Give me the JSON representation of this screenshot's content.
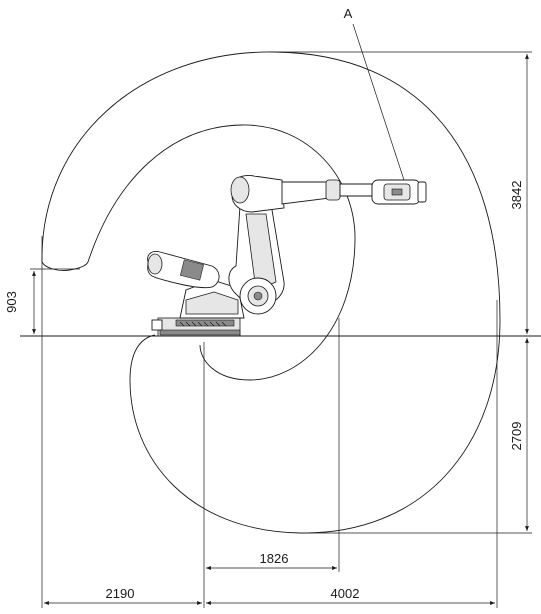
{
  "drawing": {
    "label_a": "A",
    "dimensions": {
      "max_reach_height": "3842",
      "upper_offset": "903",
      "below_base_depth": "2709",
      "inner_reach": "1826",
      "rear_reach": "2190",
      "front_reach": "4002"
    }
  }
}
